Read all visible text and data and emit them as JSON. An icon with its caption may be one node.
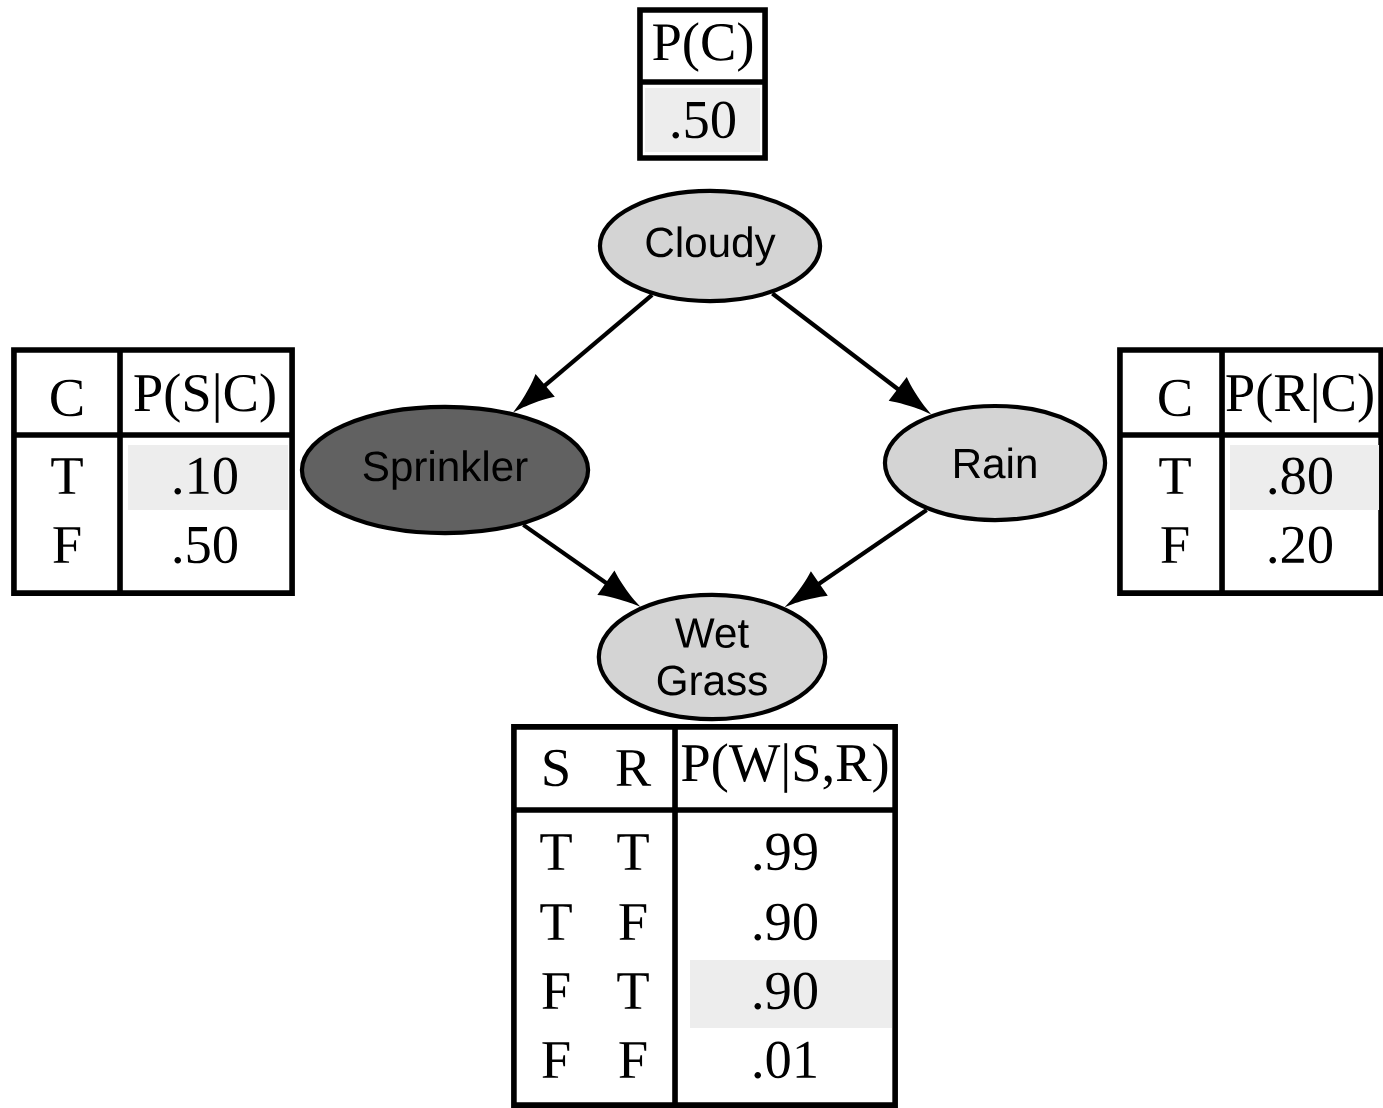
{
  "diagram": {
    "nodes": [
      {
        "text": [
          "P(C)",
          ".50"
        ]
      },
      {
        "text": [
          "Cloudy"
        ]
      },
      {
        "text": [
          "C",
          "P(S|C)",
          "T",
          ".10",
          "F",
          ".50"
        ]
      },
      {
        "text": [
          "Sprinkler"
        ]
      },
      {
        "text": [
          "Rain"
        ]
      },
      {
        "text": [
          "C",
          "P(R|C)",
          "T",
          ".80",
          "F",
          ".20"
        ]
      },
      {
        "text": [
          "Wet Grass"
        ]
      },
      {
        "text": [
          "S",
          "R",
          "P(W|S,R)",
          "T",
          "T",
          ".99",
          "T",
          "F",
          ".90",
          "F",
          "T",
          ".90",
          "F",
          "F",
          ".01"
        ]
      }
    ],
    "edges": [
      {
        "from": 1,
        "to": 3,
        "arrow": "to"
      },
      {
        "from": 1,
        "to": 4,
        "arrow": "to"
      },
      {
        "from": 3,
        "to": 6,
        "arrow": "to"
      },
      {
        "from": 4,
        "to": 6,
        "arrow": "to"
      }
    ]
  }
}
